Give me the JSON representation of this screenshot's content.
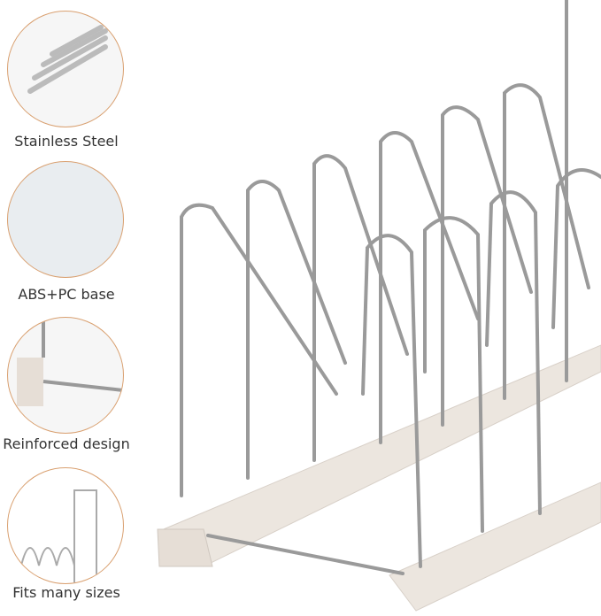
{
  "features": [
    {
      "label": "Stainless Steel",
      "icon": "steel-rods-icon"
    },
    {
      "label": "ABS+PC base",
      "icon": "plastic-pellets-icon"
    },
    {
      "label": "Reinforced design",
      "icon": "base-joint-icon"
    },
    {
      "label": "Fits many sizes",
      "icon": "rack-sizes-icon"
    }
  ],
  "colors": {
    "circle_border": "#d9a070",
    "steel": "#9a9a9a",
    "base": "#ece6df"
  }
}
